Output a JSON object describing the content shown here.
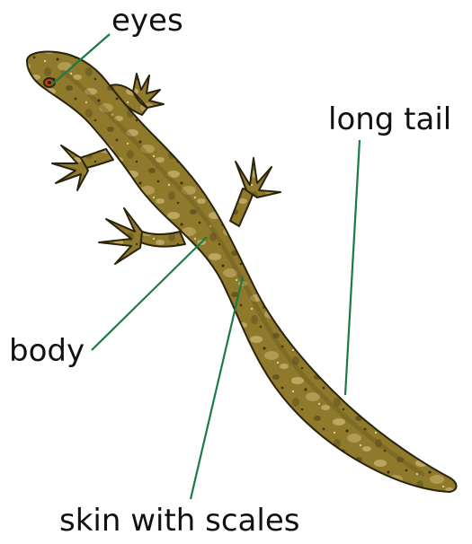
{
  "labels": {
    "eyes": "eyes",
    "long_tail": "long tail",
    "body": "body",
    "skin": "skin with scales"
  },
  "colors": {
    "leader_line": "#1c7a45",
    "lizard_base": "#8f7a2c",
    "lizard_dark": "#5f4f1a",
    "lizard_light": "#c2ae68",
    "outline": "#2b230c",
    "eye": "#b5461c"
  }
}
